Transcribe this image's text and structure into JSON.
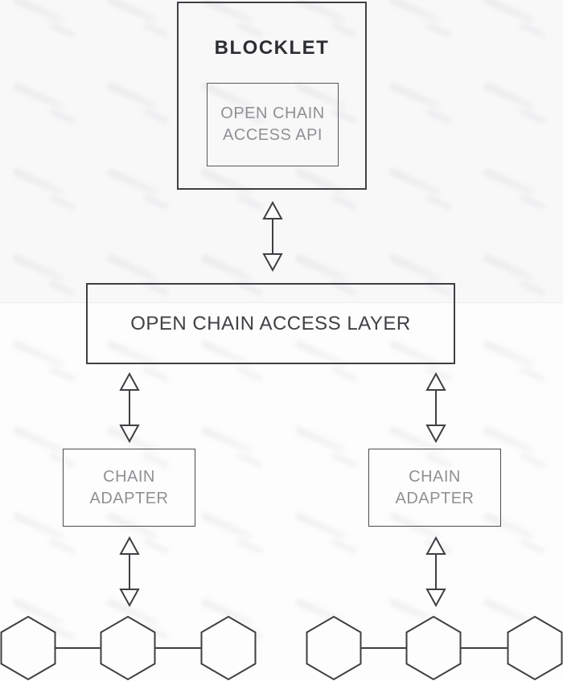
{
  "diagram": {
    "blocklet": {
      "title": "BLOCKLET",
      "api": {
        "line1": "OPEN CHAIN",
        "line2": "ACCESS API"
      }
    },
    "access_layer": {
      "label": "OPEN CHAIN ACCESS LAYER"
    },
    "adapter_left": {
      "line1": "CHAIN",
      "line2": "ADAPTER"
    },
    "adapter_right": {
      "line1": "CHAIN",
      "line2": "ADAPTER"
    },
    "icons": {
      "connector": "double-headed-arrow-icon",
      "connector_count": 5,
      "blockchain_node": "hexagon-node-icon"
    },
    "blockchains": {
      "left": {
        "node_count": 3
      },
      "right": {
        "node_count": 3
      }
    },
    "colors": {
      "line": "#3e4044",
      "title_text": "#2c2e32",
      "muted_text": "#8f9194",
      "background": "#fdfdfd"
    }
  }
}
